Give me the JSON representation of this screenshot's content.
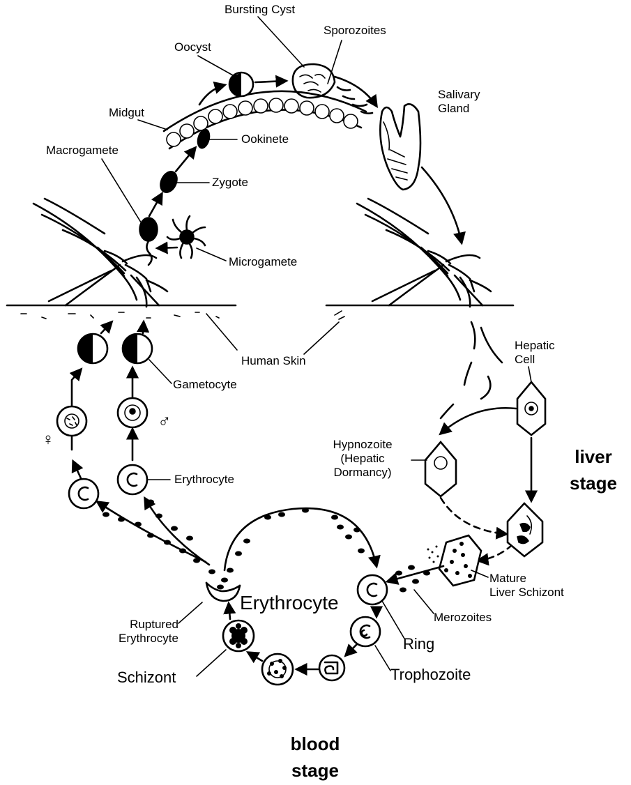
{
  "labels": {
    "bursting_cyst": "Bursting Cyst",
    "sporozoites": "Sporozoites",
    "oocyst": "Oocyst",
    "salivary_gland": "Salivary\nGland",
    "midgut": "Midgut",
    "ookinete": "Ookinete",
    "macrogamete": "Macrogamete",
    "zygote": "Zygote",
    "microgamete": "Microgamete",
    "human_skin": "Human Skin",
    "gametocyte": "Gametocyte",
    "hepatic_cell": "Hepatic\nCell",
    "female_symbol": "♀",
    "male_symbol": "♂",
    "hypnozoite": "Hypnozoite\n(Hepatic\nDormancy)",
    "erythrocyte_small": "Erythrocyte",
    "mature_liver_schizont": "Mature\nLiver Schizont",
    "erythrocyte_center": "Erythrocyte",
    "merozoites": "Merozoites",
    "ruptured_erythrocyte": "Ruptured\nErythrocyte",
    "ring": "Ring",
    "schizont": "Schizont",
    "trophozoite": "Trophozoite",
    "liver_stage": "liver\nstage",
    "blood_stage": "blood\nstage"
  },
  "colors": {
    "ink": "#000000",
    "background": "#ffffff"
  }
}
